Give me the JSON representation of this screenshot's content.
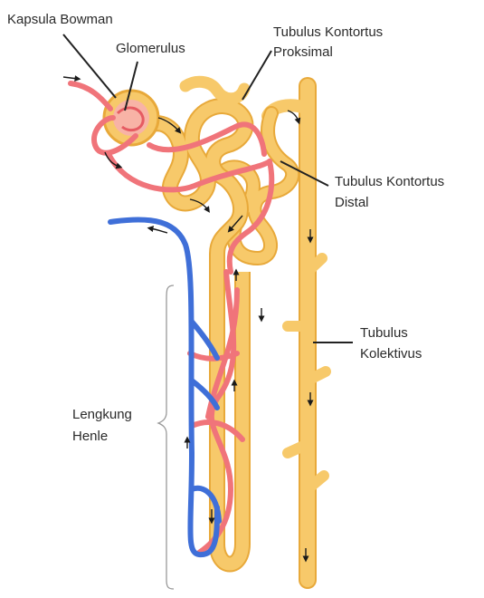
{
  "labels": {
    "kapsula_bowman": "Kapsula Bowman",
    "glomerulus": "Glomerulus",
    "tkp_line1": "Tubulus Kontortus",
    "tkp_line2": "Proksimal",
    "tkd_line1": "Tubulus Kontortus",
    "tkd_line2": "Distal",
    "tk_line1": "Tubulus",
    "tk_line2": "Kolektivus",
    "henle_line1": "Lengkung",
    "henle_line2": "Henle"
  },
  "colors": {
    "tubule": "#f7c96a",
    "tubule_edge": "#e8a93a",
    "artery": "#f0747a",
    "vein": "#3f6fd8",
    "leader": "#222222",
    "arrow": "#1a1a1a"
  }
}
